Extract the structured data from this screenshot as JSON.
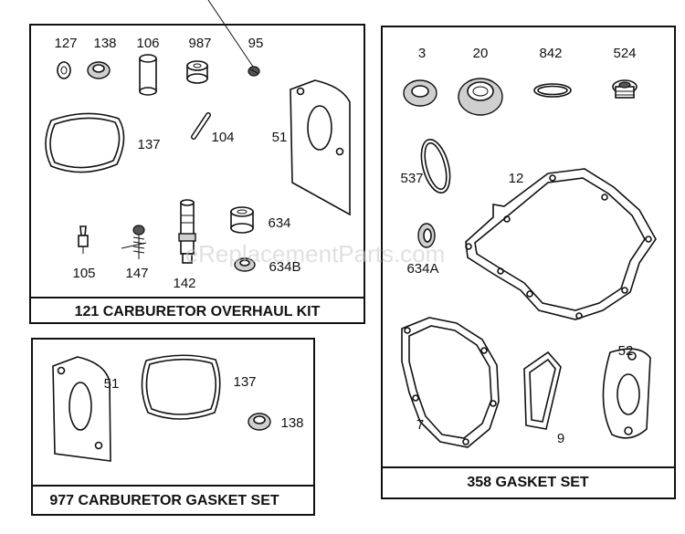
{
  "watermark": "eReplacementParts.com",
  "kits": {
    "carb_overhaul": {
      "title": "121 CARBURETOR OVERHAUL KIT"
    },
    "carb_gasket": {
      "title": "977 CARBURETOR GASKET SET"
    },
    "gasket_set": {
      "title": "358 GASKET SET"
    }
  },
  "parts": {
    "p127": "127",
    "p138": "138",
    "p106": "106",
    "p987": "987",
    "p95": "95",
    "p137": "137",
    "p104": "104",
    "p51": "51",
    "p634": "634",
    "p105": "105",
    "p147": "147",
    "p142": "142",
    "p634b": "634B",
    "g51": "51",
    "g137": "137",
    "g138": "138",
    "s3": "3",
    "s20": "20",
    "s842": "842",
    "s524": "524",
    "s537": "537",
    "s12": "12",
    "s634a": "634A",
    "s7": "7",
    "s9": "9",
    "s52": "52"
  }
}
